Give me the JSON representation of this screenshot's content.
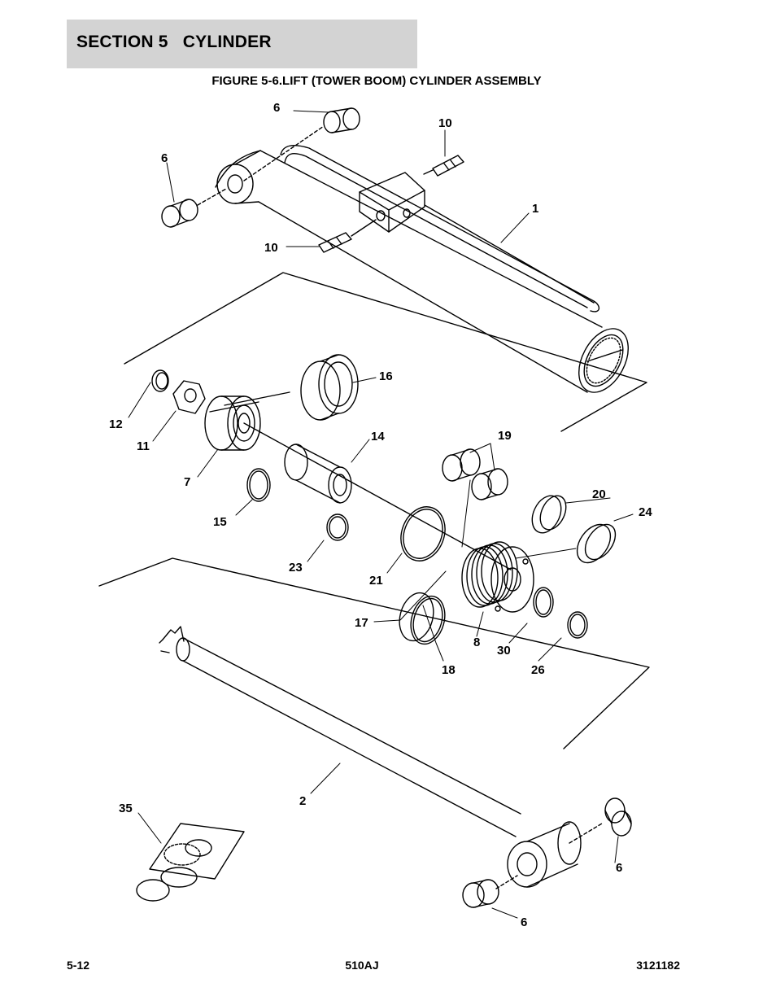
{
  "header": {
    "section_title": "SECTION 5   CYLINDER",
    "figure_title": "FIGURE 5-6.LIFT (TOWER BOOM) CYLINDER ASSEMBLY"
  },
  "callouts": [
    "6",
    "10",
    "6",
    "1",
    "10",
    "16",
    "12",
    "11",
    "14",
    "19",
    "7",
    "20",
    "24",
    "15",
    "23",
    "21",
    "17",
    "8",
    "30",
    "26",
    "18",
    "2",
    "35",
    "6",
    "6"
  ],
  "footer": {
    "page_number": "5-12",
    "model": "510AJ",
    "document_number": "3121182"
  }
}
